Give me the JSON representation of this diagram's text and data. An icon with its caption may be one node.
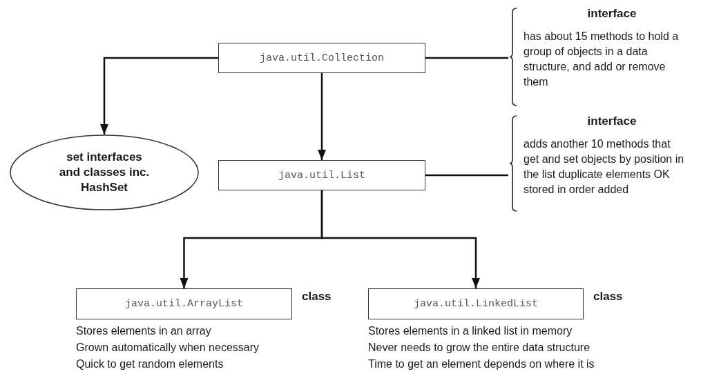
{
  "diagram": {
    "nodes": [
      {
        "text": [
          "java.util.Collection"
        ]
      },
      {
        "text": [
          "interface",
          "has about 15 methods to hold a group of objects in a data structure, and add or remove them"
        ]
      },
      {
        "text": [
          "set interfaces and classes inc. HashSet"
        ]
      },
      {
        "text": [
          "java.util.List"
        ]
      },
      {
        "text": [
          "interface",
          "adds another 10 methods that get and set objects by position in the list duplicate elements OK stored in order added"
        ]
      },
      {
        "text": [
          "java.util.ArrayList"
        ],
        "beside": [
          "class",
          "Stores elements in an array",
          "Grown automatically when necessary",
          "Quick to get random elements"
        ]
      },
      {
        "text": [
          "java.util.LinkedList"
        ],
        "beside": [
          "class",
          "Stores elements in a linked list in memory",
          "Never needs to grow the entire data structure",
          "Time to get an element depends on where it is"
        ]
      }
    ],
    "edges": [
      {
        "from": 0,
        "to": 1,
        "arrow": "none"
      },
      {
        "from": 0,
        "to": 2,
        "arrow": "to"
      },
      {
        "from": 0,
        "to": 3,
        "arrow": "to"
      },
      {
        "from": 3,
        "to": 4,
        "arrow": "none"
      },
      {
        "from": 3,
        "to": 5,
        "arrow": "to"
      },
      {
        "from": 3,
        "to": 6,
        "arrow": "to"
      }
    ]
  }
}
